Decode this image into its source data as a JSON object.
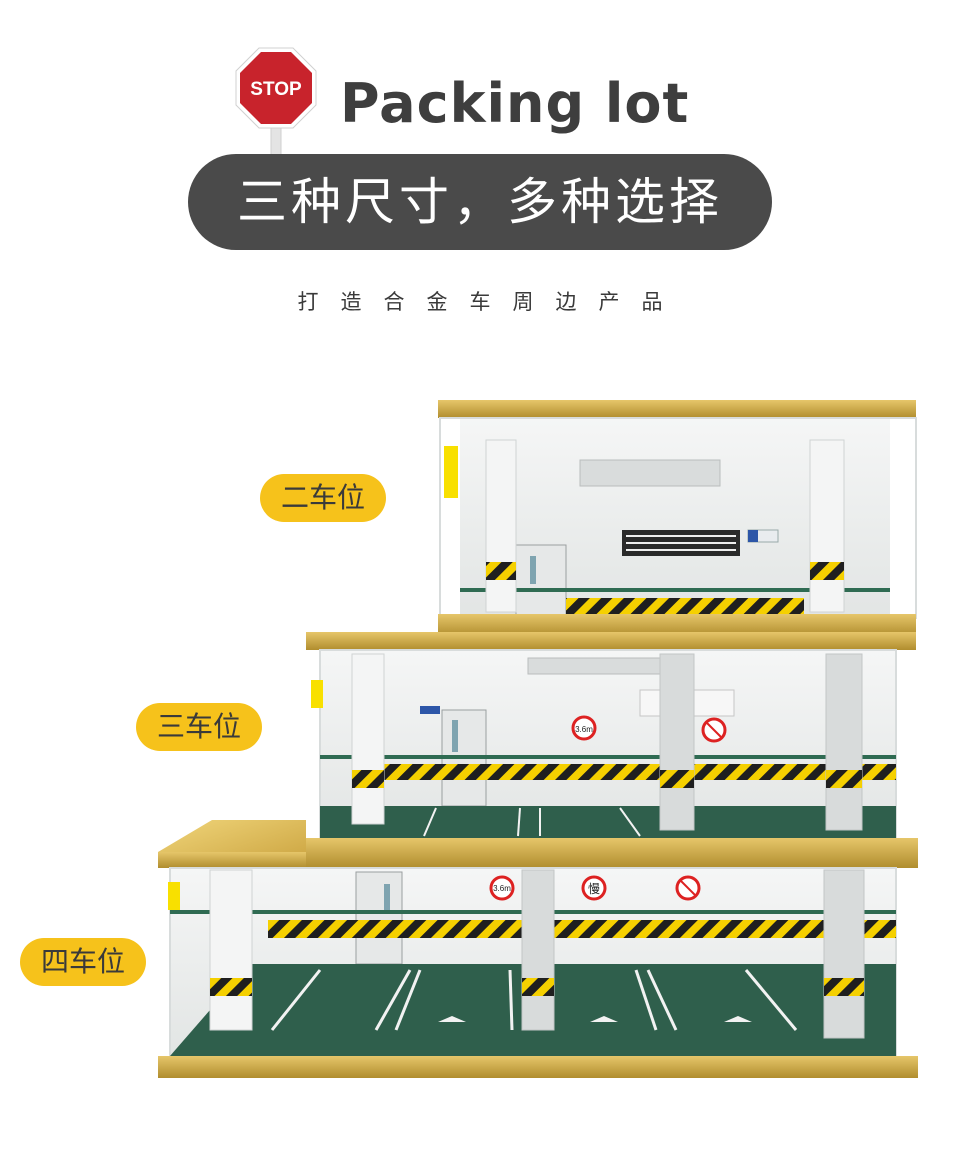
{
  "header": {
    "sign_text": "STOP",
    "title": "Packing lot",
    "slogan": "三种尺寸，多种选择",
    "subtitle": "打造合金车周边产品"
  },
  "labels": {
    "two_spot": "二车位",
    "three_spot": "三车位",
    "four_spot": "四车位"
  },
  "signs": {
    "height_limit": "3.6m",
    "slow": "慢"
  },
  "colors": {
    "accent_yellow": "#f6c21b",
    "pill_gray": "#4a4a4a",
    "stop_red": "#c8232c",
    "gold": "#c9a640",
    "floor_green": "#2f5f4c"
  }
}
